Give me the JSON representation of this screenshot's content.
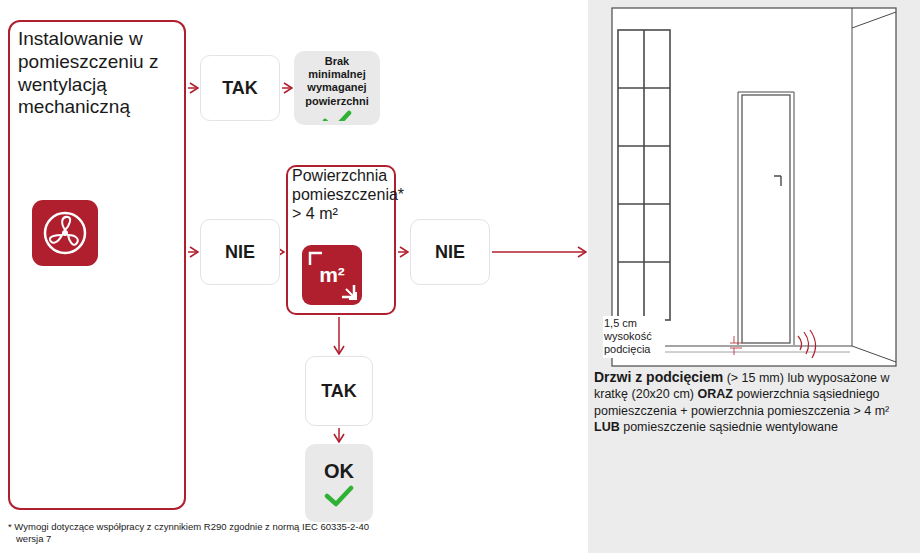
{
  "diagram": {
    "nodes": [
      {
        "text": [
          "Instalowanie w pomieszczeniu z wentylacją mechaniczną"
        ]
      },
      {
        "text": [
          "TAK"
        ]
      },
      {
        "text": [
          "Brak minimalnej wymaganej powierzchni"
        ]
      },
      {
        "text": [
          "NIE"
        ]
      },
      {
        "text": [
          "Powierzchnia pomieszczenia* > 4 m²"
        ]
      },
      {
        "text": [
          "m²"
        ],
        "in": 4
      },
      {
        "text": [
          "NIE"
        ]
      },
      {
        "text": [
          "TAK"
        ]
      },
      {
        "text": [
          "OK"
        ]
      },
      {
        "text": [
          "Drzwi z podcięciem",
          "(> 15 mm) lub wyposażone w kratkę (20x20 cm)",
          "ORAZ",
          "powierzchnia sąsiedniego pomieszczenia + powierzchnia pomieszczenia > 4 m²",
          "LUB",
          "pomieszczenie sąsiednie wentylowane"
        ]
      }
    ],
    "edges": [
      {
        "from": 0,
        "to": 1,
        "arrow": "to"
      },
      {
        "from": 1,
        "to": 2,
        "arrow": "to"
      },
      {
        "from": 0,
        "to": 3,
        "arrow": "to"
      },
      {
        "from": 3,
        "to": 4,
        "arrow": "to"
      },
      {
        "from": 4,
        "to": 6,
        "arrow": "to"
      },
      {
        "from": 6,
        "to": 9,
        "arrow": "to"
      },
      {
        "from": 4,
        "to": 7,
        "arrow": "to"
      },
      {
        "from": 7,
        "to": 8,
        "arrow": "to"
      }
    ],
    "labels": [
      "1,5 cm wysokość podcięcia",
      "* Wymogi dotyczące współpracy z czynnikiem R290 zgodnie z normą IEC 60335-2-40 wersja 7"
    ]
  }
}
